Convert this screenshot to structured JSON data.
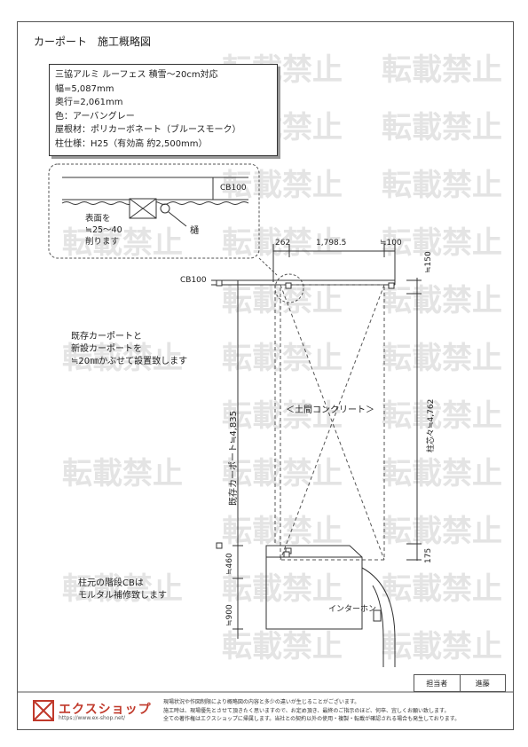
{
  "title": "カーポート　施工概略図",
  "spec": {
    "line1": "三協アルミ ルーフェス 積雪～20cm対応",
    "line2": "幅=5,087mm",
    "line3": "奥行=2,061mm",
    "line4": "色：アーバングレー",
    "line5": "屋根材：ポリカーボネート（ブルースモーク）",
    "line6": "柱仕様：H25（有効高 約2,500mm）"
  },
  "detail": {
    "cb_label": "CB100",
    "gutter_label": "樋",
    "surface_note_1": "表面を",
    "surface_note_2": "≒25～40",
    "surface_note_3": "削ります"
  },
  "dims": {
    "top_left": "262",
    "top_mid": "1,798.5",
    "top_right": "≒100",
    "cb100": "CB100",
    "right_top": "≒150",
    "right_pillar": "柱芯々≒4,762",
    "right_bottom": "175",
    "left_existing": "既存カーポート≒4,835",
    "left_460": "≒460",
    "left_900": "≒900"
  },
  "notes": {
    "overlap_1": "既存カーポートと",
    "overlap_2": "新設カーポートを",
    "overlap_3": "≒20㎜かぶせて設置致します",
    "concrete": "＜土間コンクリート＞",
    "step_1": "柱元の階段CBは",
    "step_2": "モルタル補修致します",
    "intercom": "インターホン"
  },
  "watermark": "転載禁止",
  "footer": {
    "logo": "エクスショップ",
    "url": "https://www.ex-shop.net/",
    "disc1": "現場状況や作図制限により概略図の内容と多少の違いが生じることがございます。",
    "disc2": "施工時は、現場優先とさせて頂きたく思いますので、お定め頂き、最終のご指示のほど、何卒、宜しくお願い致します。",
    "disc3": "全ての著作権はエクスショップに帰属します。当社との契約以外の使用・複製・転載が確認される場合も発生しております。",
    "staff_label": "担当者",
    "staff_name": "進藤"
  }
}
